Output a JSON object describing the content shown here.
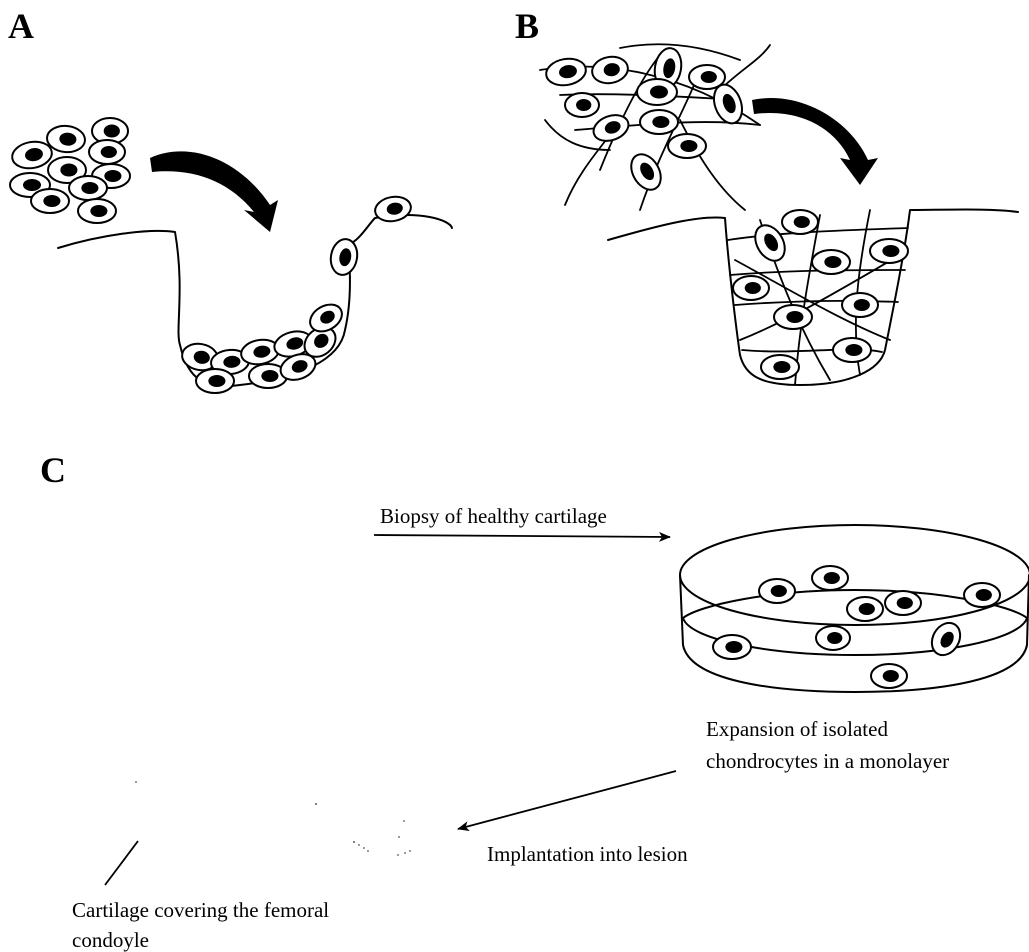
{
  "panels": {
    "a": {
      "label": "A"
    },
    "b": {
      "label": "B"
    },
    "c": {
      "label": "C"
    }
  },
  "captions": {
    "biopsy": "Biopsy of healthy cartilage",
    "expansion_line1": "Expansion of isolated",
    "expansion_line2": "chondrocytes in a monolayer",
    "implantation": "Implantation into lesion",
    "cartilage_line1": "Cartilage covering the femoral",
    "cartilage_line2": "condoyle"
  },
  "colors": {
    "stroke": "#000000",
    "background": "#ffffff"
  },
  "icons": {
    "cell": "chondrocyte-cell-icon",
    "curved_arrow": "curved-arrow-icon",
    "dish": "petri-dish-icon"
  }
}
